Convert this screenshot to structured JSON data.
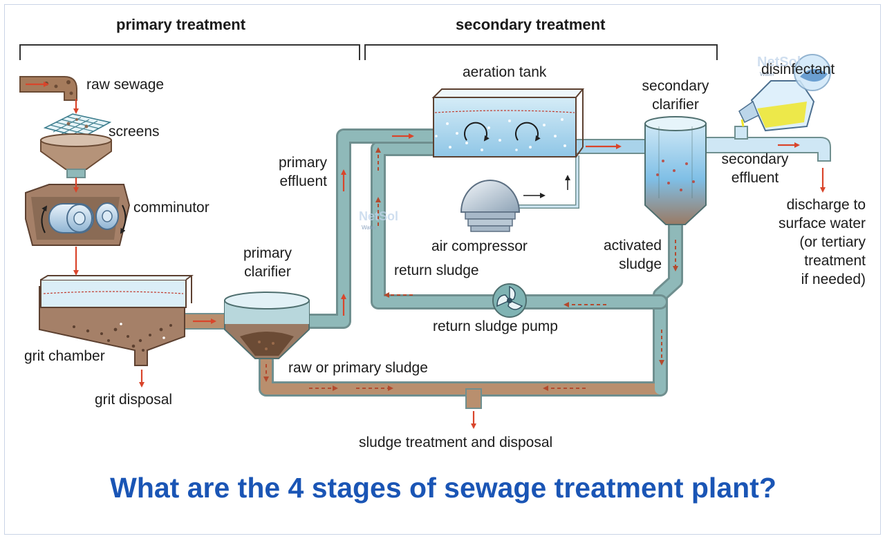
{
  "headers": {
    "primary": "primary treatment",
    "secondary": "secondary treatment"
  },
  "labels": {
    "raw_sewage": "raw sewage",
    "screens": "screens",
    "comminutor": "comminutor",
    "grit_chamber": "grit chamber",
    "grit_disposal": "grit disposal",
    "primary_clarifier": [
      "primary",
      "clarifier"
    ],
    "primary_effluent": [
      "primary",
      "effluent"
    ],
    "aeration_tank": "aeration tank",
    "air_compressor": "air compressor",
    "secondary_clarifier": [
      "secondary",
      "clarifier"
    ],
    "secondary_effluent": [
      "secondary",
      "effluent"
    ],
    "disinfectant": "disinfectant",
    "discharge": [
      "discharge to",
      "surface water",
      "(or tertiary",
      "treatment",
      "if needed)"
    ],
    "activated_sludge": [
      "activated",
      "sludge"
    ],
    "return_sludge": "return sludge",
    "return_sludge_pump": "return sludge pump",
    "raw_primary_sludge": "raw or primary sludge",
    "sludge_treatment": "sludge treatment and disposal"
  },
  "watermark": {
    "brand": "NetSol",
    "brand_sub": "Water"
  },
  "headline": "What are the 4 stages of sewage treatment plant?",
  "colors": {
    "pipe_water": "#7fb3b3",
    "pipe_sludge": "#b98f6e",
    "arrow": "#d9452b",
    "tank_water": "#a9d3ea",
    "sludge": "#8a6b55",
    "headline": "#1a55b5"
  }
}
